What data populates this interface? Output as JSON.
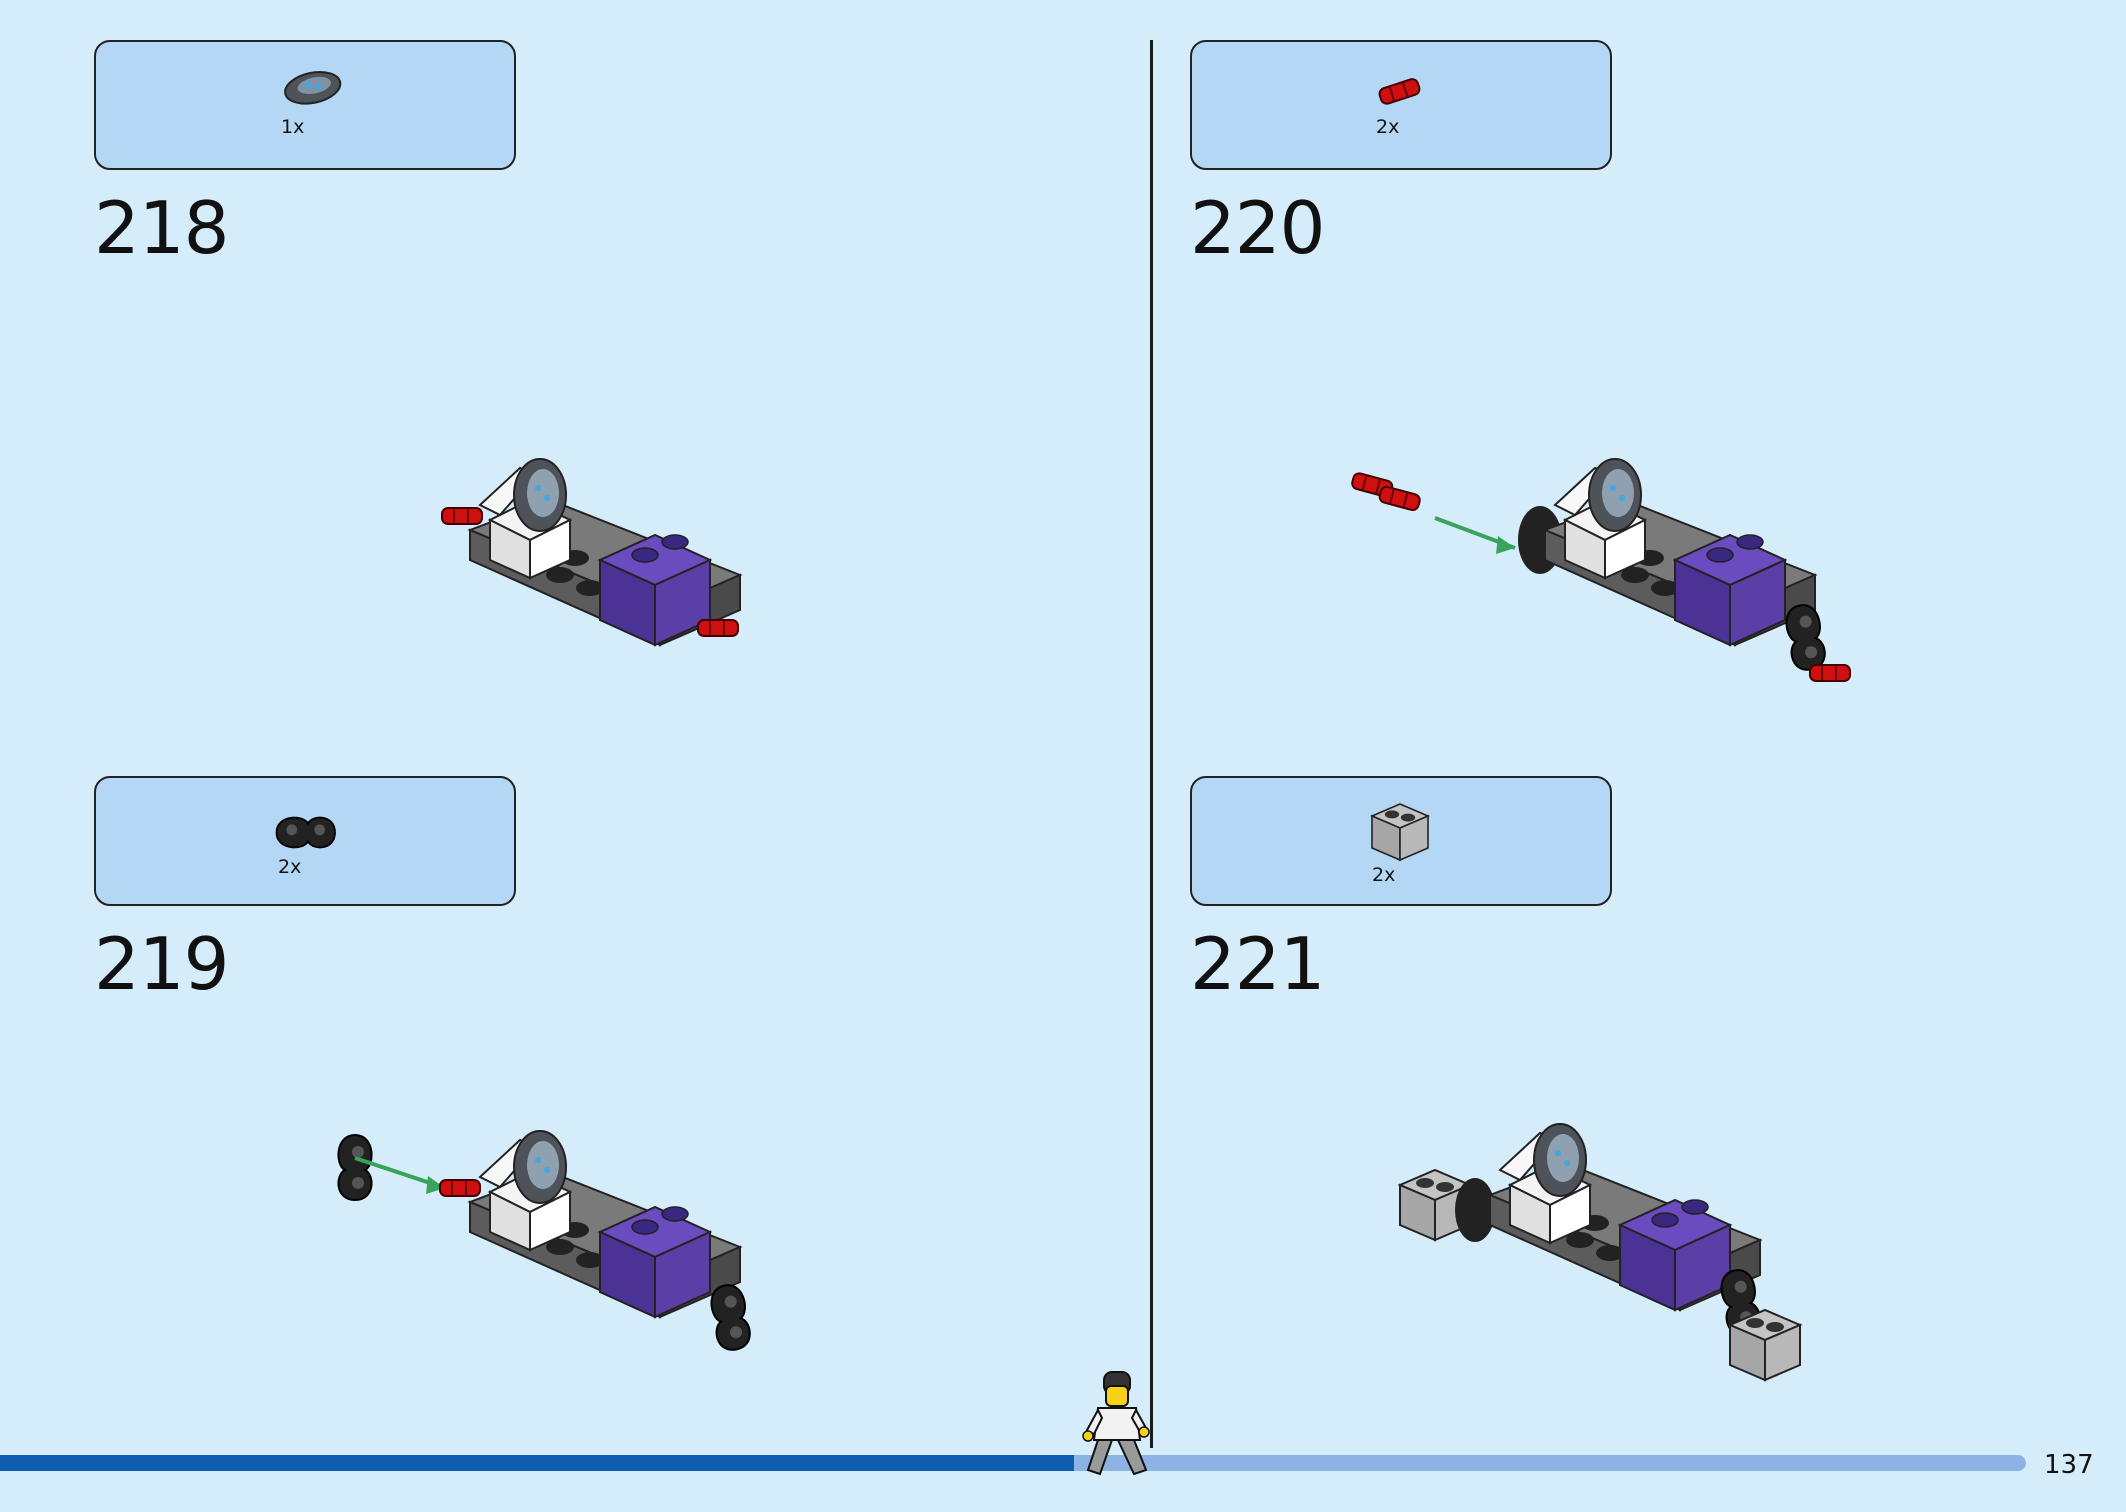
{
  "steps": [
    {
      "number": "218",
      "qty": "1x",
      "part_icon": "oval-tile-icon"
    },
    {
      "number": "219",
      "qty": "2x",
      "part_icon": "connector-beam-icon"
    },
    {
      "number": "220",
      "qty": "2x",
      "part_icon": "red-axle-pin-icon"
    },
    {
      "number": "221",
      "qty": "2x",
      "part_icon": "technic-brick-icon"
    }
  ],
  "page": {
    "number": "137",
    "progress": 0.53
  },
  "colors": {
    "background": "#d5ecfb",
    "callout": "#b4d7f5",
    "progress_fill": "#0e5eb0",
    "progress_track": "#8cb3e3",
    "brick_purple": "#5b3fa6",
    "brick_dark_gray": "#6b6b6b",
    "brick_red": "#d01010",
    "brick_white": "#f4f4f4",
    "arrow_green": "#3aa35a"
  }
}
